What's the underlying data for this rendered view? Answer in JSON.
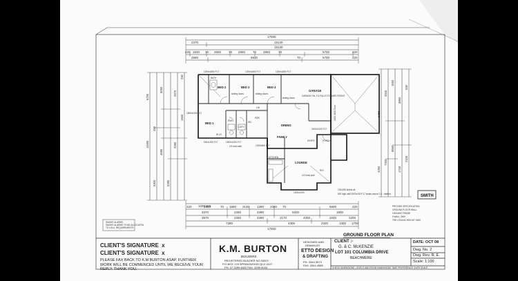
{
  "dimensions": {
    "overall": "17000",
    "top_row1": [
      "2370",
      "15130"
    ],
    "top_row2": [
      "15130"
    ],
    "top_row3": [
      "220",
      "1930",
      "70",
      "2650",
      "70",
      "2850",
      "70",
      "2850",
      "70",
      "5700",
      "220"
    ],
    "top_row4": [
      "2590",
      "5830",
      "70",
      "5700",
      "220"
    ],
    "left_col": [
      "6750",
      "11550",
      "5300",
      "450",
      "3050",
      "4690",
      "5280",
      "2970",
      "2090",
      "1500",
      "230"
    ],
    "right_col": [
      "5450",
      "4260",
      "3340",
      "7200",
      "1660",
      "8660",
      "3860",
      "1740",
      "530",
      "2100"
    ],
    "bottom_row1": [
      "220",
      "3880",
      "70",
      "1880",
      "3130",
      "1380",
      "2380",
      "70",
      "6800",
      "220"
    ],
    "bottom_row2": [
      "3370",
      "2250",
      "2380",
      "5200",
      "1800"
    ],
    "bottom_row3": [
      "3570",
      "2250",
      "2380",
      "2170",
      "4300",
      "2200",
      "1200"
    ],
    "bottom_row4": [
      "7380",
      "4300",
      "2320",
      "1300",
      "1700"
    ],
    "bottom_overall": "17000",
    "ws": "1200 WS"
  },
  "rooms": {
    "bed2": "BED 2",
    "bed3": "BED 3",
    "bed4": "BED 4",
    "bed1": "BED 1",
    "garage": "GARAGE",
    "garage_note": "GARAGE FAL TO FALLS TOWARD FRONT",
    "dining": "DINING",
    "family": "FAMILY",
    "kitchen": "KITCHEN",
    "lounge": "LOUNGE",
    "entry": "ENTRY",
    "porch": "PORCH",
    "laundry": "LDRY",
    "wc": "WC",
    "ens": "ENS",
    "bath": "BATH",
    "pdr": "PDR",
    "wir": "W.I.R",
    "lin": "LIN",
    "ro": "R/O",
    "sliding_doors_1": "sliding doors",
    "sliding_doors_2": "sliding doors",
    "sliding_doors_3": "sliding doors",
    "window_notes": [
      "1200x1800 F17",
      "1200x1800 F17",
      "1200x1800 F17",
      "1800x2100 F17",
      "900x1200 F17",
      "2400x2100 F17",
      "1500x1200 F17",
      "1200x600 F17",
      "1200x1200"
    ],
    "garage_door": "2400 2100 Door",
    "pier_note": "1/3 stud wall",
    "ba_note": "1/2 brick wall",
    "lintel_note": "100x250 lintels all",
    "floor_note": "600 high wall 2000x190 F17 inside above 2.4 - treated"
  },
  "plan_title": "GROUND FLOOR PLAN",
  "name_box": "SMITH",
  "notes_right": [
    "PROVIDE SPECIFICATION",
    "GROUND FLOOR WALL",
    "1000x600 FRAME",
    "9 WALL 3000",
    "THE CEILING HEIGHT 2450"
  ],
  "legend_box": [
    "SMOKE ALARMS",
    "SMOKE ALARMS TO BE ALLOCATED",
    "TO V.B.A. REQUIREMENTS"
  ],
  "signature": {
    "line1": "CLIENT'S SIGNATURE",
    "line2": "CLIENT'S SIGNATURE",
    "line1_x": "x",
    "line2_x": "x",
    "note": "PLEASE FAX BACK TO K.M BURTON ASAP. FURTHER WORK WILL BE COMMENCED UNTIL WE RECEIVE YOUR REPLY. THANK YOU."
  },
  "builder": {
    "name": "K.M. BURTON",
    "sub": "BUILDERS",
    "reg": "REGISTERED BUILDER NO.33007",
    "address": "P.O.BOX 178 SPRINGWOOD QLD 4127",
    "phone": "PH: 07 3299 6022 FAX: 3299 6033"
  },
  "designer": {
    "heading1": "DESIGNED AND",
    "heading2": "DRAWN BY",
    "name": "ETTO DESIGN",
    "sub": "& DRAFTING",
    "phone": "PH: 3344 5573",
    "fax": "FAX: 3344 4589"
  },
  "client": {
    "label": "CLIENT :-",
    "names": "G. & C. McKENZIE",
    "lot": "LOT 101 COLUMBIA DRIVE",
    "suburb": "BEACHMERE",
    "disclaimer": "CHECK DIMENSIONS, LEVELS AND ROOM DIMENSIONS TAKE PREFERENCE OVER SCALE"
  },
  "drawing_info": {
    "date": "DATE: OCT 08",
    "dwg_no": "Dwg. No. 2",
    "dwg_rev": "Dwg. Rev. R. E.",
    "scale": "Scale: 1:100"
  }
}
